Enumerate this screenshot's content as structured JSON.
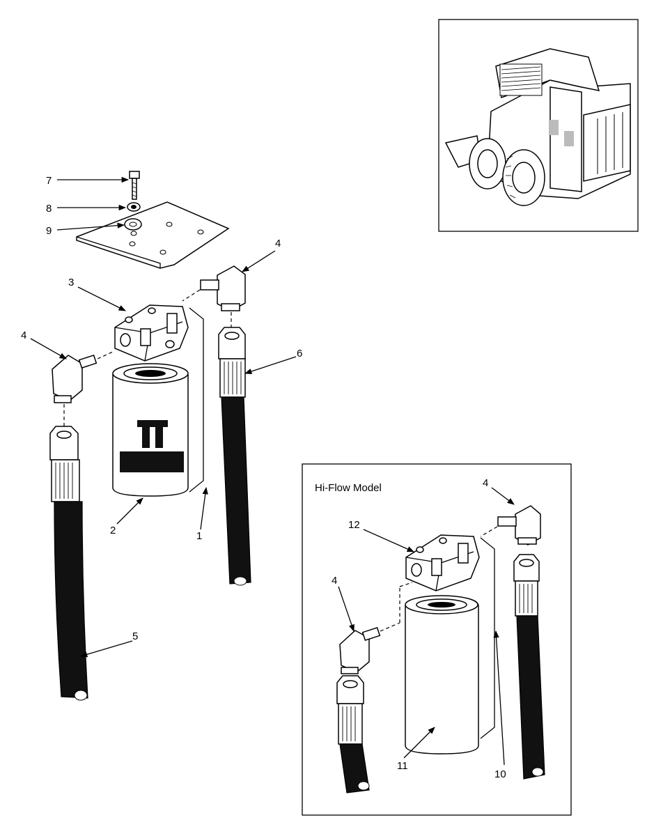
{
  "diagram": {
    "inset_title": "Hi-Flow Model",
    "callouts": {
      "c1": "1",
      "c2": "2",
      "c3": "3",
      "c4a": "4",
      "c4b": "4",
      "c4c": "4",
      "c4d": "4",
      "c5": "5",
      "c6": "6",
      "c7": "7",
      "c8": "8",
      "c9": "9",
      "c10": "10",
      "c11": "11",
      "c12": "12"
    },
    "icons": [
      "skid-steer-loader-icon",
      "filter-housing-icon",
      "elbow-fitting-icon",
      "hydraulic-hose-icon"
    ]
  }
}
